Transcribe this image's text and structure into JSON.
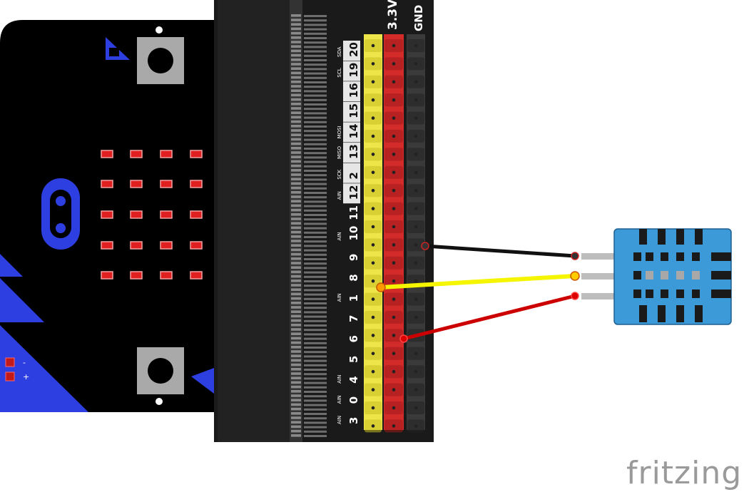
{
  "watermark": "fritzing",
  "microbit": {
    "pads": [
      "-",
      "+"
    ],
    "led_rows": 5,
    "led_cols": 4
  },
  "breakout": {
    "header_labels": [
      "3.3V",
      "GND"
    ],
    "pin_numbers": [
      "3",
      "0",
      "4",
      "5",
      "6",
      "7",
      "1",
      "8",
      "9",
      "10",
      "11",
      "12",
      "2",
      "13",
      "14",
      "15",
      "16",
      "19",
      "20"
    ],
    "pin_functions": [
      "AIN",
      "AIN",
      "AIN",
      "",
      "",
      "",
      "AIN",
      "",
      "",
      "AIN",
      "",
      "AIN",
      "SCK",
      "MISO",
      "MOSI",
      "",
      "",
      "SCL",
      "SDA"
    ]
  },
  "sensor": {
    "pin_count": 3
  },
  "wires": [
    {
      "name": "gnd-wire",
      "color": "#111111"
    },
    {
      "name": "signal-wire",
      "color": "#f5f500"
    },
    {
      "name": "power-wire",
      "color": "#cc0000"
    }
  ]
}
